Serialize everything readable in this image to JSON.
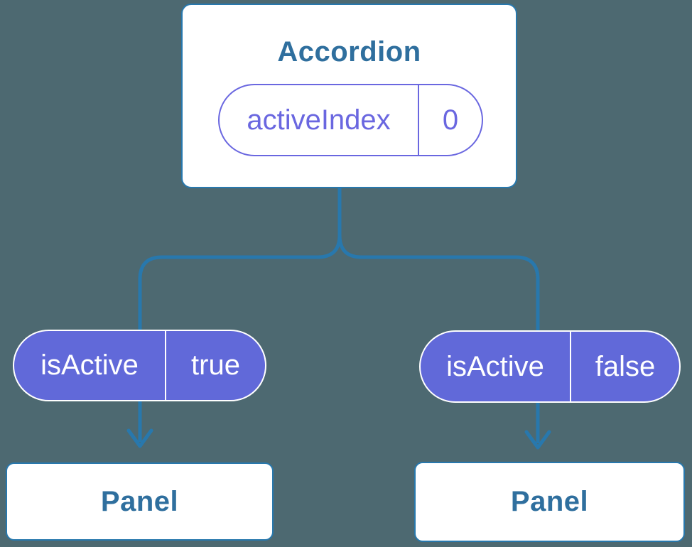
{
  "diagram": {
    "root": {
      "title": "Accordion",
      "state": {
        "name": "activeIndex",
        "value": "0"
      }
    },
    "props": [
      {
        "name": "isActive",
        "value": "true"
      },
      {
        "name": "isActive",
        "value": "false"
      }
    ],
    "children": [
      {
        "title": "Panel"
      },
      {
        "title": "Panel"
      }
    ]
  },
  "colors": {
    "background": "#4D6971",
    "connector": "#2878AD",
    "card-bg": "#FFFFFF",
    "heading-text": "#2F6F9E",
    "pill-fill": "#6169D9",
    "pill-accent": "#6A67E0",
    "pill-text": "#FFFFFF"
  }
}
